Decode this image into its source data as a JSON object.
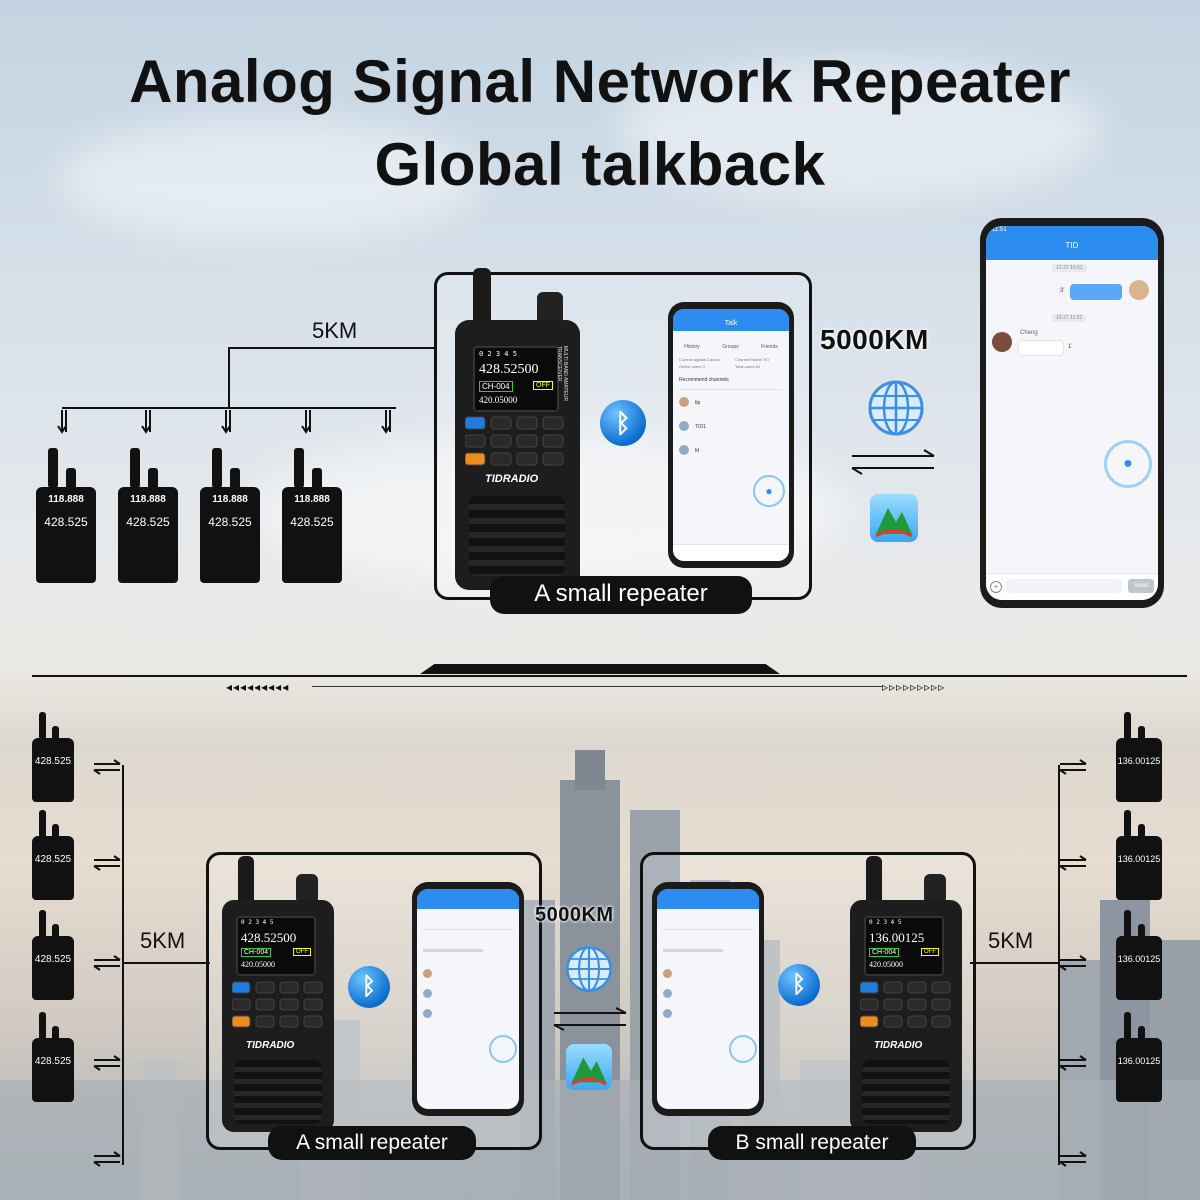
{
  "title": {
    "line1": "Analog Signal Network Repeater",
    "line2": "Global talkback"
  },
  "top": {
    "distance_short": "5KM",
    "distance_long": "5000KM",
    "caption": "A small repeater",
    "radios": [
      {
        "freq_top": "118.888",
        "freq_bottom": "428.525"
      },
      {
        "freq_top": "118.888",
        "freq_bottom": "428.525"
      },
      {
        "freq_top": "118.888",
        "freq_bottom": "428.525"
      },
      {
        "freq_top": "118.888",
        "freq_bottom": "428.525"
      }
    ],
    "walkie_display": {
      "freq": "428.52500",
      "channel": "CH-004",
      "sub_freq": "420.05000",
      "status": "OFF",
      "brand": "TIDRADIO",
      "side_text": "MULTI BAND AMATEUR TRANSCEIVER"
    },
    "small_phone": {
      "app_title": "Talk",
      "tabs": [
        "History",
        "Groups",
        "Friends"
      ],
      "info": [
        "Current signals Casual",
        "Channel Name TID",
        "Online users 3",
        "Total users 64"
      ],
      "section": "Recommend channels",
      "items": [
        "tip",
        "TID1",
        "fd"
      ]
    },
    "big_phone": {
      "status_time": "11:51",
      "app_title": "TID",
      "time1": "12-27 10:51",
      "msg_duration1": "3'",
      "time2": "12-27 11:01",
      "sender": "Cheng",
      "msg_duration2": "1'",
      "send_label": "Send"
    }
  },
  "bottom": {
    "distance_left": "5KM",
    "distance_right": "5KM",
    "distance_long": "5000KM",
    "caption_a": "A small repeater",
    "caption_b": "B small repeater",
    "left_radios": [
      "428.525",
      "428.525",
      "428.525",
      "428.525"
    ],
    "right_radios": [
      "136.00125",
      "136.00125",
      "136.00125",
      "136.00125"
    ],
    "walkie_a": {
      "freq": "428.52500",
      "channel": "CH-004",
      "sub_freq": "420.05000",
      "status": "OFF",
      "brand": "TIDRADIO"
    },
    "walkie_b": {
      "freq": "136.00125",
      "channel": "CH-004",
      "sub_freq": "420.05000",
      "status": "OFF",
      "brand": "TIDRADIO"
    }
  },
  "colors": {
    "accent_blue": "#2d8cf0",
    "silhouette": "#111111",
    "caption_bg": "#111111"
  },
  "icons": [
    "bluetooth-icon",
    "globe-icon",
    "transfer-arrows-icon",
    "app-logo-icon",
    "microphone-icon"
  ]
}
